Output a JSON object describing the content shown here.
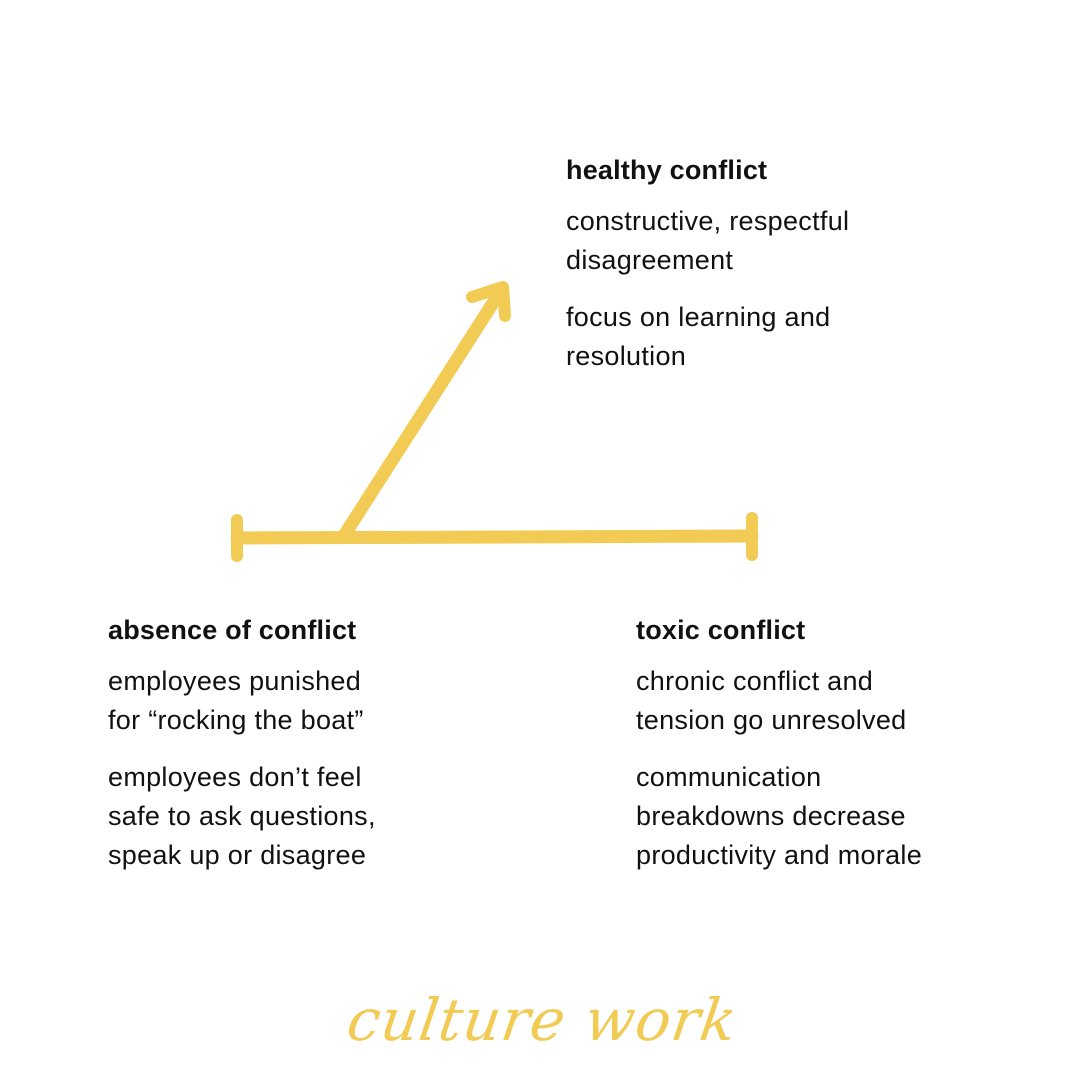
{
  "colors": {
    "accent": "#F2CB55",
    "text": "#111111",
    "background": "#FFFFFF"
  },
  "healthy": {
    "title": "healthy conflict",
    "points": [
      "constructive, respectful\ndisagreement",
      "focus on learning and\nresolution"
    ]
  },
  "absence": {
    "title": "absence of conflict",
    "points": [
      "employees punished\nfor “rocking the boat”",
      "employees don’t feel\nsafe to ask questions,\nspeak up or disagree"
    ]
  },
  "toxic": {
    "title": "toxic conflict",
    "points": [
      "chronic conflict and\ntension go unresolved",
      "communication\nbreakdowns decrease\nproductivity and morale"
    ]
  },
  "brand": {
    "logo_text": "culture work"
  }
}
